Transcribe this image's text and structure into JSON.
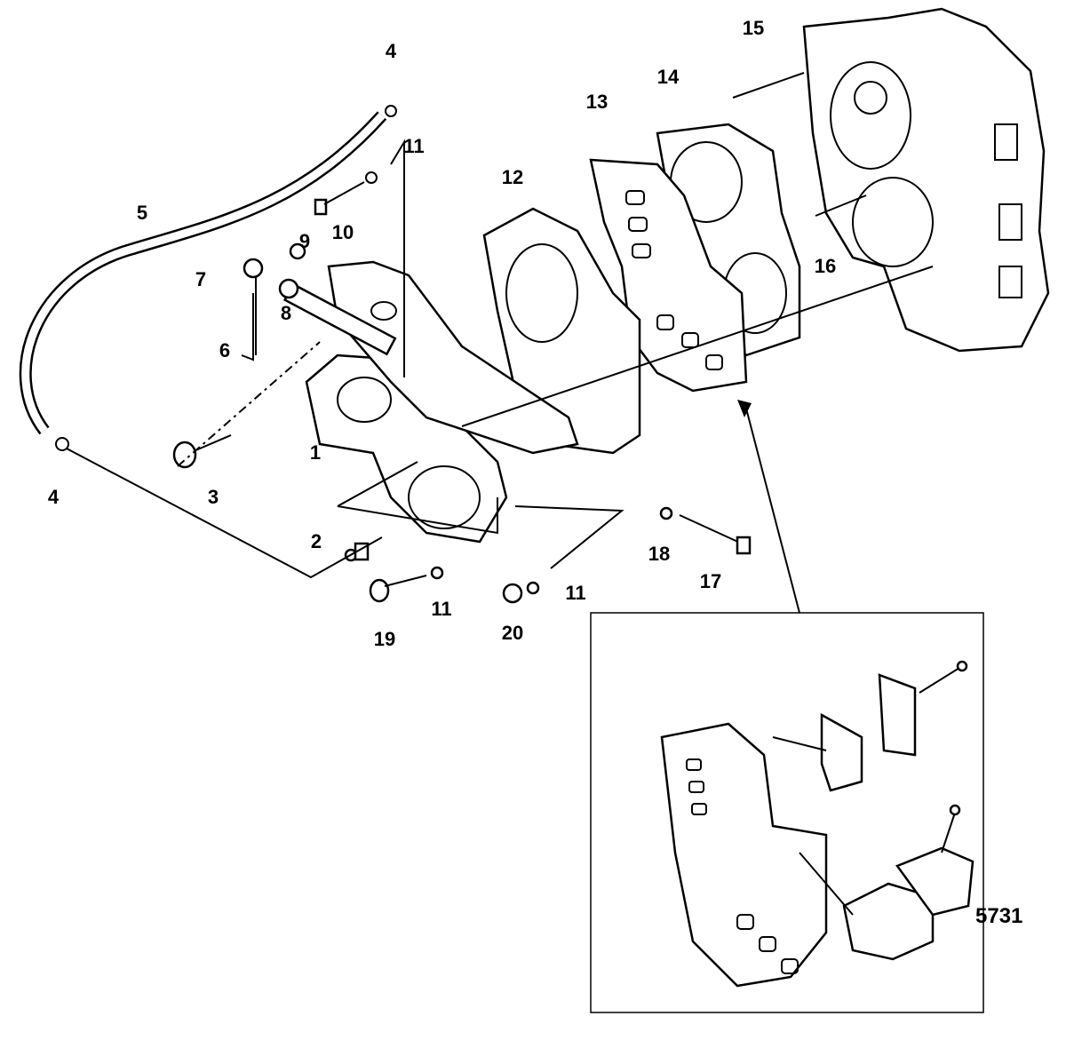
{
  "diagram": {
    "callouts": [
      {
        "id": "c4a",
        "label": "4"
      },
      {
        "id": "c11a",
        "label": "11"
      },
      {
        "id": "c5",
        "label": "5"
      },
      {
        "id": "c10",
        "label": "10"
      },
      {
        "id": "c9",
        "label": "9"
      },
      {
        "id": "c7",
        "label": "7"
      },
      {
        "id": "c8",
        "label": "8"
      },
      {
        "id": "c6",
        "label": "6"
      },
      {
        "id": "c1",
        "label": "1"
      },
      {
        "id": "c3",
        "label": "3"
      },
      {
        "id": "c4b",
        "label": "4"
      },
      {
        "id": "c2",
        "label": "2"
      },
      {
        "id": "c19",
        "label": "19"
      },
      {
        "id": "c11b",
        "label": "11"
      },
      {
        "id": "c20",
        "label": "20"
      },
      {
        "id": "c11c",
        "label": "11"
      },
      {
        "id": "c18",
        "label": "18"
      },
      {
        "id": "c17",
        "label": "17"
      },
      {
        "id": "c12",
        "label": "12"
      },
      {
        "id": "c13",
        "label": "13"
      },
      {
        "id": "c14",
        "label": "14"
      },
      {
        "id": "c15",
        "label": "15"
      },
      {
        "id": "c16",
        "label": "16"
      }
    ],
    "figure_code": "5731"
  }
}
